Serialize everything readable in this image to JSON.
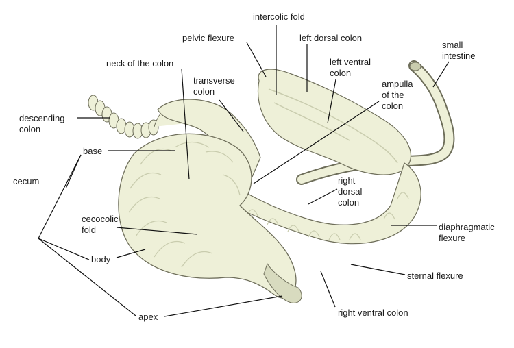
{
  "colors": {
    "organ_fill": "#eef0d8",
    "organ_shade": "#c9ccae",
    "outline": "#6e6e5a",
    "leader_line": "#111111",
    "text": "#1a1a1a"
  },
  "labels": {
    "intercolic_fold": "intercolic fold",
    "pelvic_flexure": "pelvic flexure",
    "left_dorsal_colon": "left dorsal colon",
    "small_intestine": "small\nintestine",
    "neck_of_colon": "neck of the colon",
    "left_ventral_colon": "left ventral\ncolon",
    "transverse_colon": "transverse\ncolon",
    "ampulla_of_colon": "ampulla\nof the\ncolon",
    "descending_colon": "descending\ncolon",
    "base": "base",
    "cecum": "cecum",
    "right_dorsal_colon": "right\ndorsal\ncolon",
    "cecocolic_fold": "cecocolic\nfold",
    "diaphragmatic_flexure": "diaphragmatic\nflexure",
    "body": "body",
    "sternal_flexure": "sternal flexure",
    "apex": "apex",
    "right_ventral_colon": "right ventral colon"
  }
}
